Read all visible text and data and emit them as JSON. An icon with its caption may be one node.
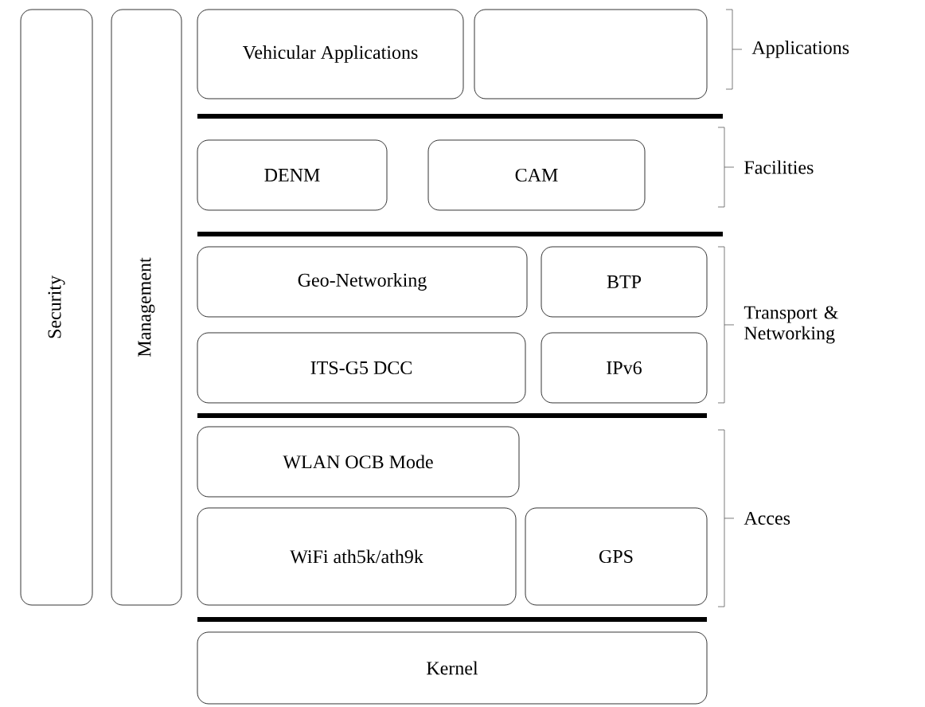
{
  "diagram": {
    "nodes": [
      {
        "text": [
          "Security"
        ]
      },
      {
        "text": [
          "Management"
        ]
      },
      {
        "text": [
          "Vehicular Applications"
        ]
      },
      {
        "text": [],
        "shape": "box"
      },
      {
        "text": [
          "DENM"
        ]
      },
      {
        "text": [
          "CAM"
        ]
      },
      {
        "text": [
          "Geo-Networking"
        ]
      },
      {
        "text": [
          "BTP"
        ]
      },
      {
        "text": [
          "ITS-G5 DCC"
        ]
      },
      {
        "text": [
          "IPv6"
        ]
      },
      {
        "text": [
          "WLAN OCB Mode"
        ]
      },
      {
        "text": [
          "WiFi ath5k/ath9k"
        ]
      },
      {
        "text": [
          "GPS"
        ]
      },
      {
        "text": [
          "Kernel"
        ]
      }
    ],
    "labels": [
      "Applications",
      "Facilities",
      "Transport & Networking",
      "Acces"
    ]
  }
}
